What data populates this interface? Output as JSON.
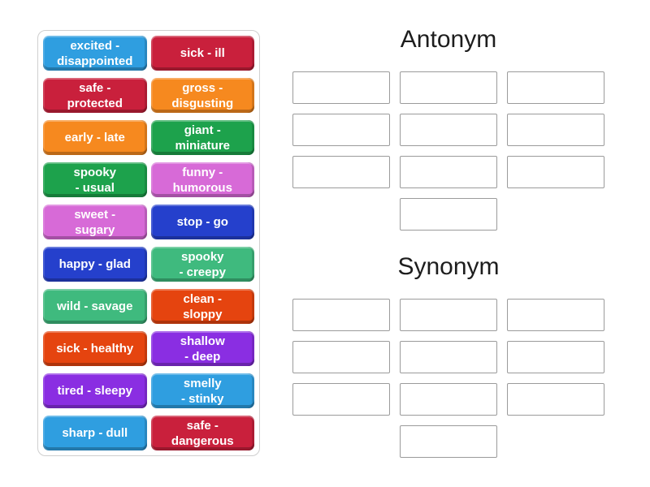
{
  "word_bank": {
    "tiles": [
      {
        "label": "excited -\ndisappointed",
        "color": "#2f9ee0"
      },
      {
        "label": "sick - ill",
        "color": "#c9203c"
      },
      {
        "label": "safe -\nprotected",
        "color": "#c9203c"
      },
      {
        "label": "gross -\ndisgusting",
        "color": "#f6891f"
      },
      {
        "label": "early - late",
        "color": "#f6891f"
      },
      {
        "label": "giant -\nminiature",
        "color": "#1da24c"
      },
      {
        "label": "spooky\n- usual",
        "color": "#1da24c"
      },
      {
        "label": "funny -\nhumorous",
        "color": "#d76ad7"
      },
      {
        "label": "sweet -\nsugary",
        "color": "#d76ad7"
      },
      {
        "label": "stop - go",
        "color": "#2540cc"
      },
      {
        "label": "happy - glad",
        "color": "#2540cc"
      },
      {
        "label": "spooky\n- creepy",
        "color": "#3fba7e"
      },
      {
        "label": "wild - savage",
        "color": "#3fba7e"
      },
      {
        "label": "clean -\nsloppy",
        "color": "#e5440f"
      },
      {
        "label": "sick - healthy",
        "color": "#e5440f"
      },
      {
        "label": "shallow\n- deep",
        "color": "#8a2ee2"
      },
      {
        "label": "tired - sleepy",
        "color": "#8a2ee2"
      },
      {
        "label": "smelly\n- stinky",
        "color": "#2f9ee0"
      },
      {
        "label": "sharp - dull",
        "color": "#2f9ee0"
      },
      {
        "label": "safe -\ndangerous",
        "color": "#c9203c"
      }
    ]
  },
  "groups": [
    {
      "title": "Antonym",
      "slot_count": 10
    },
    {
      "title": "Synonym",
      "slot_count": 10
    }
  ]
}
